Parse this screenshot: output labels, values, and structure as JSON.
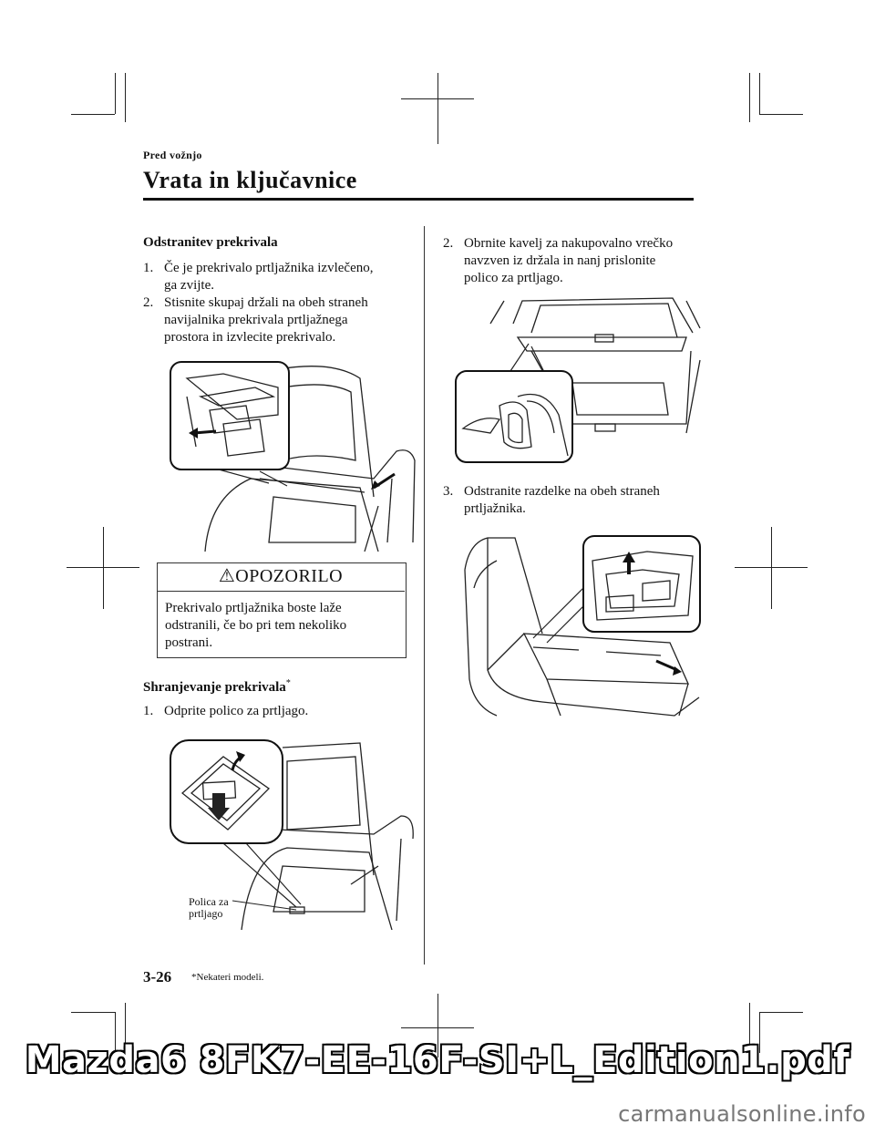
{
  "header": {
    "section": "Pred vožnjo",
    "title": "Vrata in ključavnice"
  },
  "left": {
    "removal_heading": "Odstranitev prekrivala",
    "removal_steps": [
      {
        "num": "1.",
        "line1": "Če je prekrivalo prtljažnika izvlečeno,",
        "line2": "ga zvijte.",
        "line3": ""
      },
      {
        "num": "2.",
        "line1": "Stisnite skupaj držali na obeh straneh",
        "line2": "navijalnika prekrivala prtljažnega",
        "line3": "prostora in izvlecite prekrivalo."
      }
    ],
    "warning": {
      "title": "OPOZORILO",
      "line1": "Prekrivalo prtljažnika boste laže",
      "line2": "odstranili, če bo pri tem nekoliko",
      "line3": "postrani."
    },
    "storage_heading": "Shranjevanje prekrivala",
    "storage_mark": "*",
    "storage_step": {
      "num": "1.",
      "text": "Odprite polico za prtljago."
    },
    "figure_label_line1": "Polica za",
    "figure_label_line2": "prtljago"
  },
  "right": {
    "steps": [
      {
        "num": "2.",
        "line1": "Obrnite kavelj za nakupovalno vrečko",
        "line2": "navzven iz držala in nanj prislonite",
        "line3": "polico za prtljago."
      },
      {
        "num": "3.",
        "line1": "Odstranite razdelke na obeh straneh",
        "line2": "prtljažnika.",
        "line3": ""
      }
    ]
  },
  "footer": {
    "page_number": "3-26",
    "note": "*Nekateri modeli."
  },
  "watermark": "Mazda6 8FK7-EE-16F-SI+L_Edition1.pdf",
  "site": "carmanualsonline.info"
}
